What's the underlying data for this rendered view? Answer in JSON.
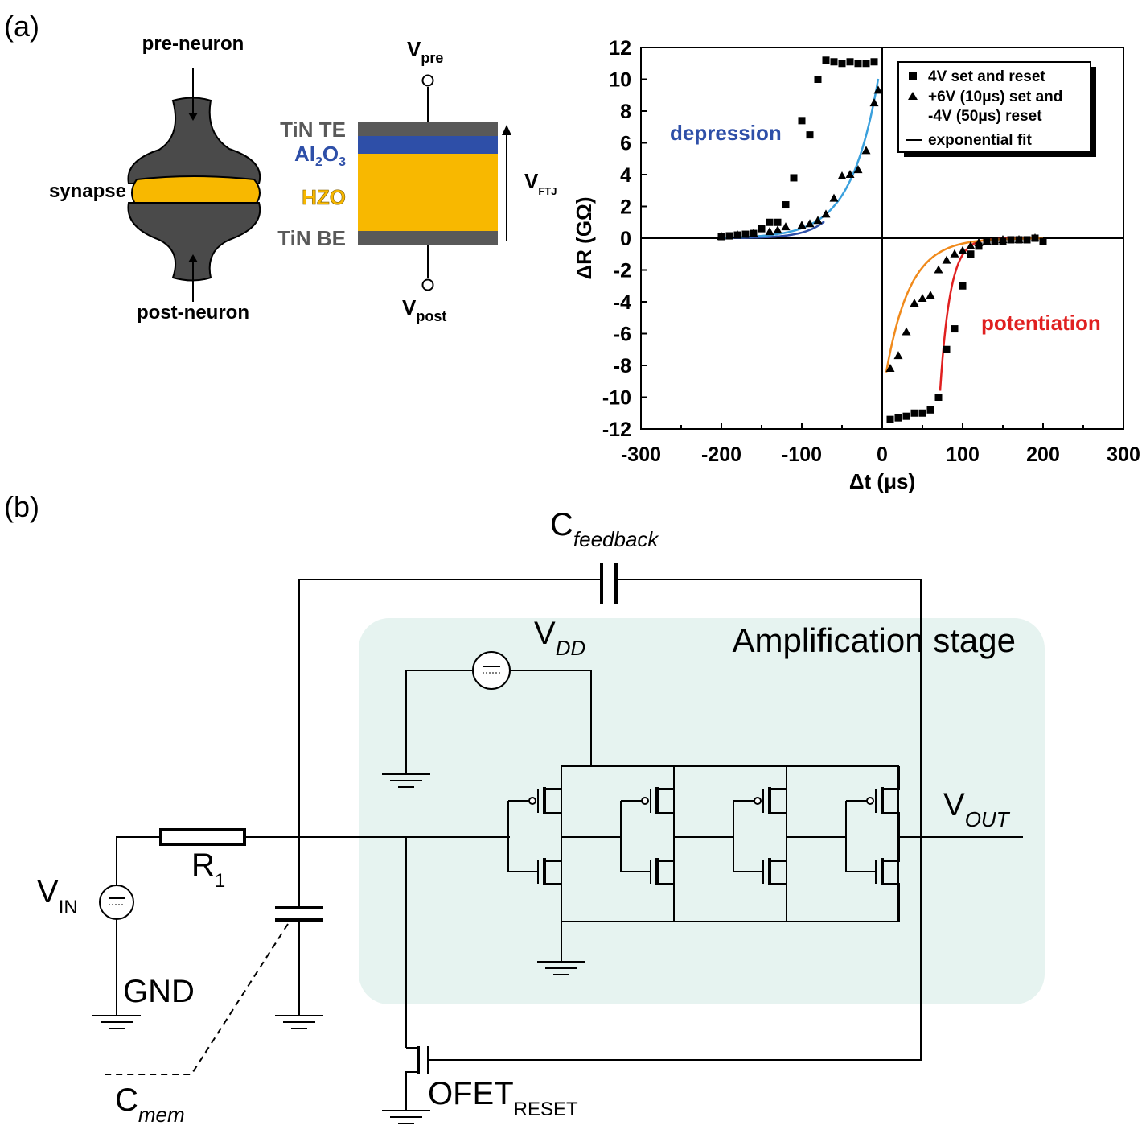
{
  "panel_a": {
    "label": "(a)",
    "synapse": {
      "pre": "pre-neuron",
      "post": "post-neuron",
      "synapse": "synapse"
    },
    "stack": {
      "v_pre": "V",
      "v_pre_sub": "pre",
      "v_post": "V",
      "v_post_sub": "post",
      "v_ftj": "V",
      "v_ftj_sub": "FTJ",
      "top_electrode": "TiN TE",
      "barrier": "Al",
      "barrier_sub1": "2",
      "barrier_o": "O",
      "barrier_sub2": "3",
      "ferro": "HZO",
      "bottom_electrode": "TiN BE",
      "colors": {
        "electrode": "#595959",
        "barrier": "#2e4fa8",
        "ferro": "#f8b800"
      }
    }
  },
  "panel_b": {
    "label": "(b)",
    "c_feedback": "C",
    "c_feedback_sub": "feedback",
    "vdd": "V",
    "vdd_sub": "DD",
    "amp_stage": "Amplification stage",
    "v_out": "V",
    "v_out_sub": "OUT",
    "v_in": "V",
    "v_in_sub": "IN",
    "r1": "R",
    "r1_sub": "1",
    "gnd": "GND",
    "c_mem": "C",
    "c_mem_sub": "mem",
    "ofet": "OFET",
    "ofet_sub": "RESET",
    "colors": {
      "amp_bg": "#e6f3f0"
    }
  },
  "chart_data": {
    "type": "scatter",
    "xlabel": "Δt (μs)",
    "ylabel": "ΔR (GΩ)",
    "xlim": [
      -300,
      300
    ],
    "ylim": [
      -12,
      12
    ],
    "x_ticks": [
      -300,
      -200,
      -100,
      0,
      100,
      200,
      300
    ],
    "y_ticks": [
      12,
      10,
      8,
      6,
      4,
      2,
      0,
      -2,
      -4,
      -6,
      -8,
      -10,
      -12
    ],
    "legend_position": "top-right",
    "legend": [
      "4V set and reset",
      "+6V (10μs) set and",
      "-4V (50μs) reset",
      "exponential fit"
    ],
    "annotations": {
      "depression": "depression",
      "potentiation": "potentiation",
      "depression_color": "#2e4fa8",
      "potentiation_color": "#e02020"
    },
    "series": [
      {
        "name": "4V set and reset",
        "marker": "square",
        "points": [
          [
            -200,
            0.1
          ],
          [
            -190,
            0.15
          ],
          [
            -180,
            0.2
          ],
          [
            -170,
            0.25
          ],
          [
            -160,
            0.3
          ],
          [
            -150,
            0.6
          ],
          [
            -140,
            1.0
          ],
          [
            -130,
            1.0
          ],
          [
            -120,
            2.1
          ],
          [
            -110,
            3.8
          ],
          [
            -100,
            7.4
          ],
          [
            -90,
            6.5
          ],
          [
            -80,
            10.0
          ],
          [
            -70,
            11.2
          ],
          [
            -60,
            11.1
          ],
          [
            -50,
            11.0
          ],
          [
            -40,
            11.1
          ],
          [
            -30,
            11.0
          ],
          [
            -20,
            11.0
          ],
          [
            -10,
            11.1
          ],
          [
            10,
            -11.4
          ],
          [
            20,
            -11.3
          ],
          [
            30,
            -11.2
          ],
          [
            40,
            -11.0
          ],
          [
            50,
            -11.0
          ],
          [
            60,
            -10.8
          ],
          [
            70,
            -10.0
          ],
          [
            80,
            -7.0
          ],
          [
            90,
            -5.7
          ],
          [
            100,
            -3.0
          ],
          [
            110,
            -1.0
          ],
          [
            120,
            -0.5
          ],
          [
            130,
            -0.2
          ],
          [
            140,
            -0.2
          ],
          [
            150,
            -0.2
          ],
          [
            160,
            -0.1
          ],
          [
            170,
            -0.1
          ],
          [
            180,
            -0.1
          ],
          [
            190,
            0.0
          ],
          [
            200,
            -0.2
          ]
        ]
      },
      {
        "name": "+6V (10μs) set and -4V (50μs) reset",
        "marker": "triangle",
        "points": [
          [
            -200,
            0.1
          ],
          [
            -180,
            0.2
          ],
          [
            -160,
            0.3
          ],
          [
            -140,
            0.4
          ],
          [
            -130,
            0.5
          ],
          [
            -120,
            0.7
          ],
          [
            -100,
            0.8
          ],
          [
            -90,
            0.9
          ],
          [
            -80,
            1.1
          ],
          [
            -70,
            1.5
          ],
          [
            -60,
            2.5
          ],
          [
            -50,
            3.9
          ],
          [
            -40,
            4.0
          ],
          [
            -30,
            4.3
          ],
          [
            -20,
            5.5
          ],
          [
            -10,
            8.5
          ],
          [
            -5,
            9.3
          ],
          [
            10,
            -8.2
          ],
          [
            20,
            -7.4
          ],
          [
            30,
            -5.9
          ],
          [
            40,
            -4.1
          ],
          [
            50,
            -3.8
          ],
          [
            60,
            -3.6
          ],
          [
            70,
            -2.0
          ],
          [
            80,
            -1.4
          ],
          [
            90,
            -1.0
          ],
          [
            100,
            -0.8
          ],
          [
            110,
            -0.5
          ],
          [
            120,
            -0.3
          ],
          [
            130,
            -0.2
          ],
          [
            150,
            -0.1
          ],
          [
            170,
            -0.1
          ],
          [
            190,
            0.0
          ]
        ]
      }
    ],
    "fits": [
      {
        "name": "depression fit (4V)",
        "color": "#2e4fa8",
        "side": "neg",
        "a": 17.6,
        "tau": 25.6,
        "xmin": -200,
        "xmax": -72
      },
      {
        "name": "depression fit (+6V/-4V)",
        "color": "#3aa0dd",
        "side": "neg",
        "a": 11.6,
        "tau": 34.3,
        "xmin": -200,
        "xmax": -5
      },
      {
        "name": "potentiation fit (4V)",
        "color": "#e02020",
        "side": "pos",
        "a": -55,
        "tau": 12.6,
        "x0": 50,
        "xmin": 72,
        "xmax": 200
      },
      {
        "name": "potentiation fit (+6V/-4V)",
        "color": "#f08a1c",
        "side": "pos",
        "a": -10,
        "tau": 29.5,
        "x0": 0,
        "xmin": 5,
        "xmax": 200
      }
    ]
  }
}
